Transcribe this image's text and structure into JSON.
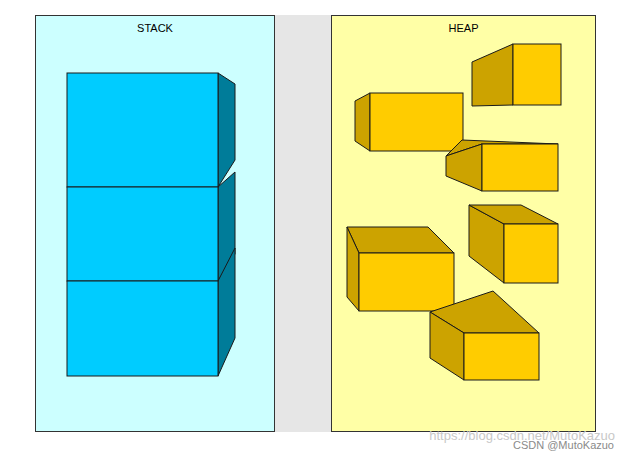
{
  "diagram": {
    "nodes": [
      {
        "text": [
          "STACK"
        ]
      },
      {
        "text": [
          "HEAP"
        ]
      }
    ],
    "labels": [
      "https://blog.csdn.net/MutoKazuo",
      "CSDN @MutoKazuo"
    ]
  }
}
